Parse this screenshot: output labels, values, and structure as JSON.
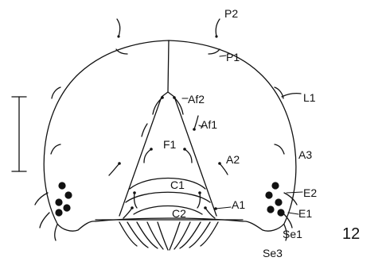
{
  "figure": {
    "number": "12",
    "labels": {
      "P2": "P2",
      "P1": "P1",
      "L1": "L1",
      "Af2": "Af2",
      "Af1": "Af1",
      "F1": "F1",
      "A2": "A2",
      "A3": "A3",
      "C1": "C1",
      "C2": "C2",
      "A1": "A1",
      "E2": "E2",
      "E1": "E1",
      "Se1": "Se1",
      "Se3": "Se3"
    }
  },
  "colors": {
    "ink": "#111111",
    "background": "#ffffff"
  }
}
